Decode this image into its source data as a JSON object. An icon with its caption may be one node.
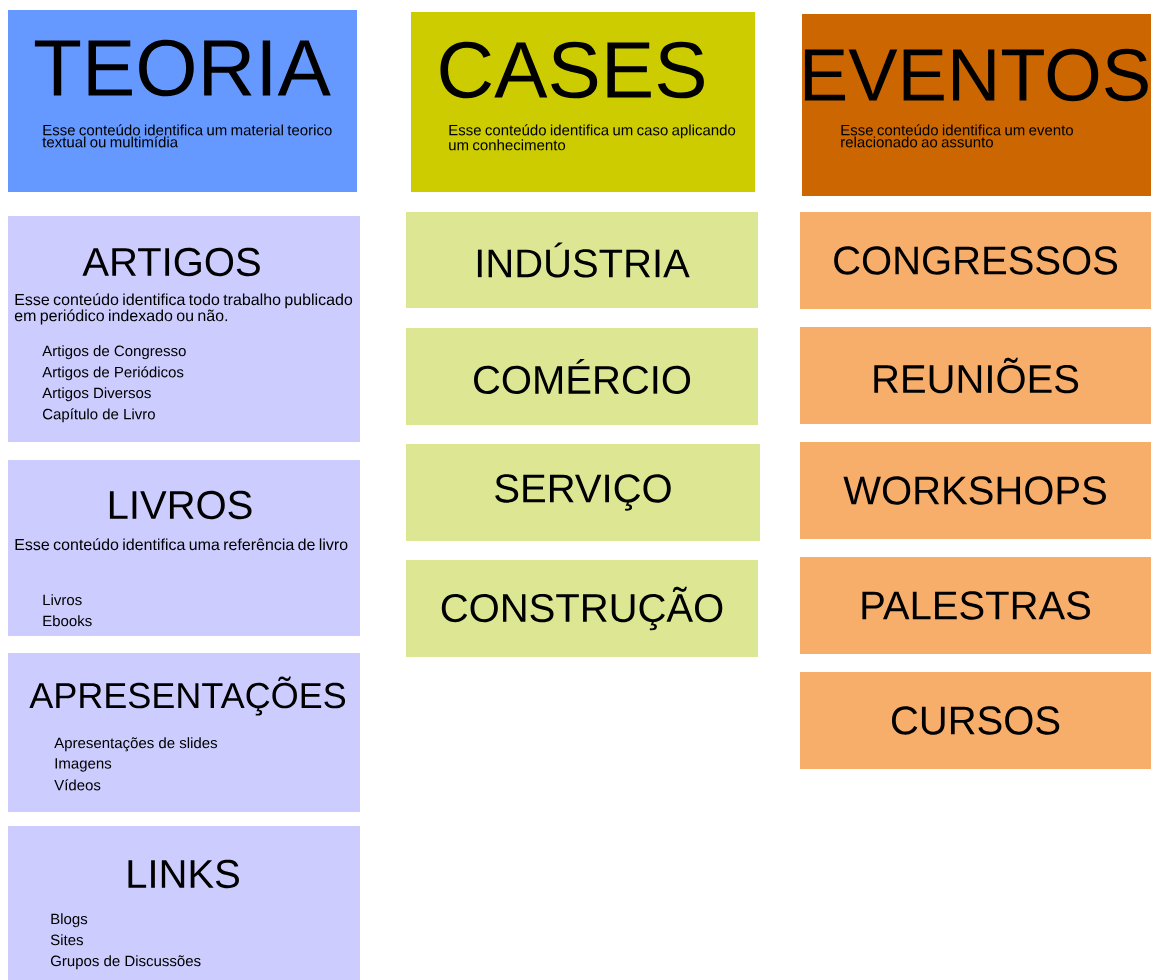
{
  "diagram": {
    "nodes": [
      {
        "text": [
          "TEORIA",
          "Esse conteúdo identifica um material teorico textual ou multimídia"
        ]
      },
      {
        "text": [
          "CASES",
          "Esse conteúdo identifica um caso aplicando um conhecimento"
        ]
      },
      {
        "text": [
          "EVENTOS",
          "Esse conteúdo identifica um evento relacionado ao assunto"
        ]
      },
      {
        "text": [
          "ARTIGOS",
          "Esse conteúdo identifica todo trabalho publicado em periódico indexado ou não.",
          "Artigos de Congresso",
          "Artigos de Periódicos",
          "Artigos Diversos",
          "Capítulo de Livro"
        ]
      },
      {
        "text": [
          "INDÚSTRIA"
        ]
      },
      {
        "text": [
          "CONGRESSOS"
        ]
      },
      {
        "text": [
          "COMÉRCIO"
        ]
      },
      {
        "text": [
          "REUNIÕES"
        ]
      },
      {
        "text": [
          "LIVROS",
          "Esse conteúdo identifica uma referência de livro",
          "Livros",
          "Ebooks"
        ]
      },
      {
        "text": [
          "SERVIÇO"
        ]
      },
      {
        "text": [
          "WORKSHOPS"
        ]
      },
      {
        "text": [
          "CONSTRUÇÃO"
        ]
      },
      {
        "text": [
          "PALESTRAS"
        ]
      },
      {
        "text": [
          "APRESENTAÇÕES",
          "Apresentações de slides",
          "Imagens",
          "Vídeos"
        ]
      },
      {
        "text": [
          "CURSOS"
        ]
      },
      {
        "text": [
          "LINKS",
          "Blogs",
          "Sites",
          "Grupos de Discussões"
        ]
      }
    ]
  }
}
